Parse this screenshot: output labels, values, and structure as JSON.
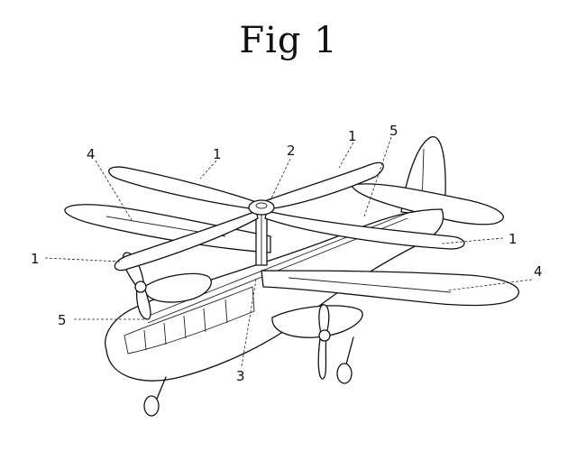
{
  "figure": {
    "title": "Fig 1"
  },
  "labels": {
    "rotor_blade_top_left": "1",
    "rotor_hub": "2",
    "rotor_mast": "3",
    "wing_slot_left": "4",
    "fuselage_slot_top": "5",
    "wing_tip_right": "1",
    "wing_tip_left": "1",
    "wing_slot_right": "4",
    "fuselage_slot_left": "5"
  }
}
